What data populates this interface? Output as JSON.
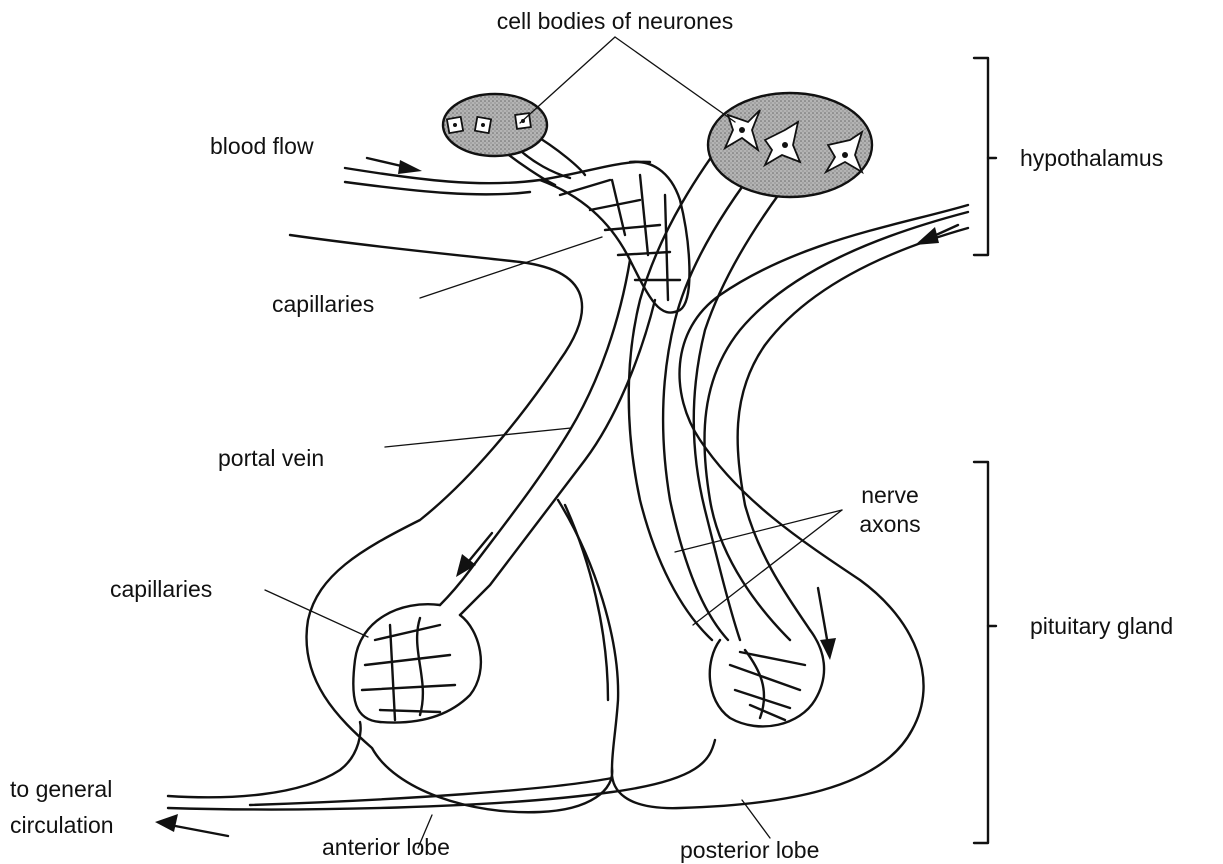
{
  "labels": {
    "cell_bodies": "cell bodies of neurones",
    "blood_flow": "blood flow",
    "hypothalamus": "hypothalamus",
    "capillaries_upper": "capillaries",
    "portal_vein": "portal vein",
    "nerve_axons_line1": "nerve",
    "nerve_axons_line2": "axons",
    "capillaries_lower": "capillaries",
    "pituitary_gland": "pituitary gland",
    "to_general_line1": "to general",
    "to_general_line2": "circulation",
    "anterior_lobe": "anterior lobe",
    "posterior_lobe": "posterior lobe"
  },
  "colors": {
    "stroke": "#111111",
    "cell_fill": "#a8a8a8",
    "background": "#ffffff"
  }
}
